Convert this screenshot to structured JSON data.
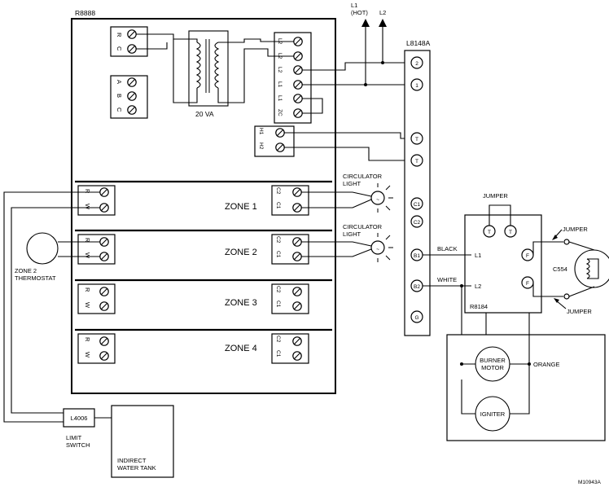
{
  "r8888": {
    "model": "R8888",
    "power_terms": [
      "R",
      "C"
    ],
    "abc_terms": [
      "A",
      "B",
      "C"
    ],
    "transformer_label": "20 VA",
    "line_terms": [
      "L2",
      "L2",
      "L2",
      "L1",
      "L1",
      "ZC"
    ],
    "h_terms": [
      "H1",
      "H2"
    ],
    "zones": [
      {
        "label": "ZONE 1",
        "terms": [
          "R",
          "W"
        ],
        "out": [
          "C2",
          "C1"
        ]
      },
      {
        "label": "ZONE 2",
        "terms": [
          "R",
          "W"
        ],
        "out": [
          "C2",
          "C1"
        ]
      },
      {
        "label": "ZONE 3",
        "terms": [
          "R",
          "W"
        ],
        "out": [
          "C2",
          "C1"
        ]
      },
      {
        "label": "ZONE 4",
        "terms": [
          "R",
          "W"
        ],
        "out": [
          "C2",
          "C1"
        ]
      }
    ]
  },
  "power": {
    "l1": "L1",
    "l1_sub": "(HOT)",
    "l2": "L2"
  },
  "l8148a": {
    "model": "L8148A",
    "terms": [
      "2",
      "1",
      "T",
      "T",
      "C1",
      "C2",
      "B1",
      "B2",
      "G"
    ]
  },
  "circulators": [
    {
      "line1": "CIRCULATOR",
      "line2": "LIGHT"
    },
    {
      "line1": "CIRCULATOR",
      "line2": "LIGHT"
    }
  ],
  "thermostat": {
    "line1": "ZONE 2",
    "line2": "THERMOSTAT"
  },
  "limit": {
    "model": "L4006",
    "line1": "LIMIT",
    "line2": "SWITCH"
  },
  "tank": {
    "line1": "INDIRECT",
    "line2": "WATER TANK"
  },
  "r8184": {
    "model": "R8184",
    "jumper_top": "JUMPER",
    "t_terms": [
      "T",
      "T"
    ],
    "f_terms": [
      "F",
      "F"
    ],
    "l1": "L1",
    "l2": "L2"
  },
  "wires": {
    "black": "BLACK",
    "white": "WHITE",
    "orange": "ORANGE"
  },
  "c554": {
    "label": "C554",
    "jumper_top": "JUMPER",
    "jumper_bottom": "JUMPER"
  },
  "burner": {
    "motor1": "BURNER",
    "motor2": "MOTOR",
    "igniter": "IGNITER"
  },
  "figure_id": "M10943A"
}
